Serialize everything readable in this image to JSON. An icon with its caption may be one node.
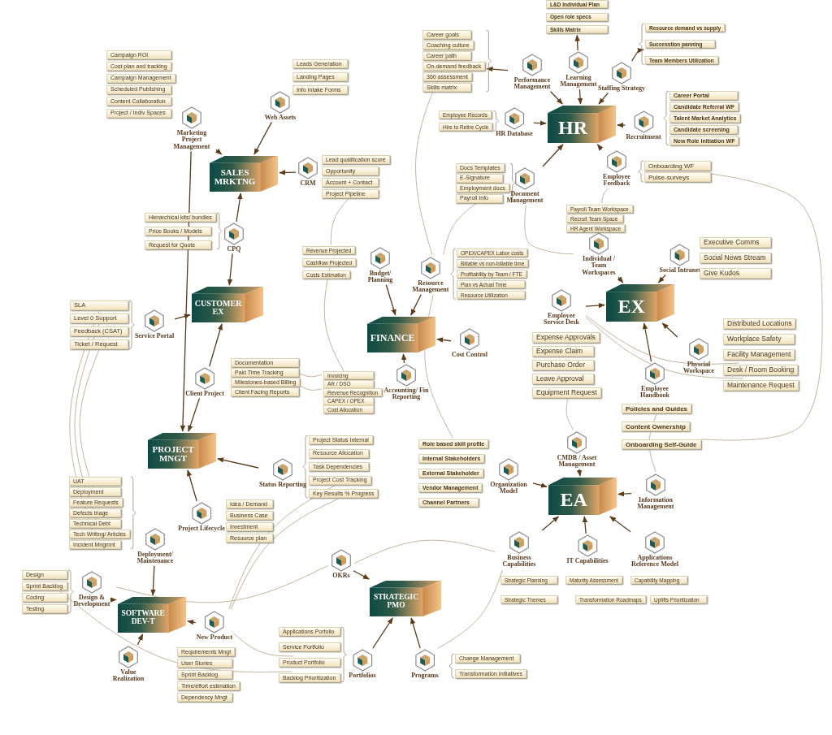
{
  "diagram": {
    "nodes": [
      {
        "text": [
          "SALES MRKTNG"
        ]
      },
      {
        "text": [
          "CUSTOMER EX"
        ]
      },
      {
        "text": [
          "PROJECT MNGT"
        ]
      },
      {
        "text": [
          "SOFTWARE DEV-T"
        ]
      },
      {
        "text": [
          "FINANCE"
        ]
      },
      {
        "text": [
          "HR"
        ]
      },
      {
        "text": [
          "EX"
        ]
      },
      {
        "text": [
          "EA"
        ]
      },
      {
        "text": [
          "STRATEGIC PMO"
        ]
      },
      {
        "text": [
          "Marketing Project Management"
        ]
      },
      {
        "text": [
          "Web Assets"
        ]
      },
      {
        "text": [
          "CRM"
        ]
      },
      {
        "text": [
          "CPQ"
        ]
      },
      {
        "text": [
          "Service Portal"
        ]
      },
      {
        "text": [
          "Client Project"
        ]
      },
      {
        "text": [
          "Status Reporting"
        ]
      },
      {
        "text": [
          "Project Lifecycle"
        ]
      },
      {
        "text": [
          "Deployment/ Maintenance"
        ]
      },
      {
        "text": [
          "Design & Development"
        ]
      },
      {
        "text": [
          "New Product"
        ]
      },
      {
        "text": [
          "Value Realization"
        ]
      },
      {
        "text": [
          "OKRs"
        ]
      },
      {
        "text": [
          "Portfolios"
        ]
      },
      {
        "text": [
          "Programs"
        ]
      },
      {
        "text": [
          "Budget/ Planning"
        ]
      },
      {
        "text": [
          "Resource Management"
        ]
      },
      {
        "text": [
          "Cost Control"
        ]
      },
      {
        "text": [
          "Accounting/ Fin Reporting"
        ]
      },
      {
        "text": [
          "Performance Management"
        ]
      },
      {
        "text": [
          "Learning Management"
        ]
      },
      {
        "text": [
          "Staffing Strategy"
        ]
      },
      {
        "text": [
          "HR Database"
        ]
      },
      {
        "text": [
          "Recruitment"
        ]
      },
      {
        "text": [
          "Document Management"
        ]
      },
      {
        "text": [
          "Employee Feedback"
        ]
      },
      {
        "text": [
          "Individual / Team Workspaces"
        ]
      },
      {
        "text": [
          "Employee Service Desk"
        ]
      },
      {
        "text": [
          "Social Intranet"
        ]
      },
      {
        "text": [
          "Physcial Workspace"
        ]
      },
      {
        "text": [
          "Employee Handbook"
        ]
      },
      {
        "text": [
          "CMDB / Asset Management"
        ]
      },
      {
        "text": [
          "Organization Model"
        ]
      },
      {
        "text": [
          "Information Management"
        ]
      },
      {
        "text": [
          "Business Capabilities"
        ]
      },
      {
        "text": [
          "IT Capabilities"
        ]
      },
      {
        "text": [
          "Applications Reference Model"
        ]
      },
      {
        "text": [
          "Campaign ROI"
        ]
      },
      {
        "text": [
          "Cost plan and tracking"
        ]
      },
      {
        "text": [
          "Campaign Management"
        ]
      },
      {
        "text": [
          "Scheduled Publishing"
        ]
      },
      {
        "text": [
          "Content Collaboration"
        ]
      },
      {
        "text": [
          "Project / Indiv Spaces"
        ]
      },
      {
        "text": [
          "Leads Generation"
        ]
      },
      {
        "text": [
          "Landing Pages"
        ]
      },
      {
        "text": [
          "Info Intake Forms"
        ]
      },
      {
        "text": [
          "Lead qualification score"
        ]
      },
      {
        "text": [
          "Opportunity"
        ]
      },
      {
        "text": [
          "Account + Contact"
        ]
      },
      {
        "text": [
          "Project Pipeline"
        ]
      },
      {
        "text": [
          "Hierarchical kits/ bundles"
        ]
      },
      {
        "text": [
          "Price Books / Models"
        ]
      },
      {
        "text": [
          "Request for Quote"
        ]
      },
      {
        "text": [
          "SLA"
        ]
      },
      {
        "text": [
          "Level 0 Support"
        ]
      },
      {
        "text": [
          "Feedback (CSAT)"
        ]
      },
      {
        "text": [
          "Ticket / Request"
        ]
      },
      {
        "text": [
          "Documentation"
        ]
      },
      {
        "text": [
          "Paid Time Tracking"
        ]
      },
      {
        "text": [
          "Milestones-based Billing"
        ]
      },
      {
        "text": [
          "Client Facing Reports"
        ]
      },
      {
        "text": [
          "Revenue Projected"
        ]
      },
      {
        "text": [
          "Cashflow Projected"
        ]
      },
      {
        "text": [
          "Costs Estimation"
        ]
      },
      {
        "text": [
          "Invoicing"
        ]
      },
      {
        "text": [
          "AR / DSO"
        ]
      },
      {
        "text": [
          "Revenue Recognition"
        ]
      },
      {
        "text": [
          "CAPEX / OPEX"
        ]
      },
      {
        "text": [
          "Cost Allocation"
        ]
      },
      {
        "text": [
          "Project Status Internal"
        ]
      },
      {
        "text": [
          "Resource Allocation"
        ]
      },
      {
        "text": [
          "Task Dependencies"
        ]
      },
      {
        "text": [
          "Project Cost Tracking"
        ]
      },
      {
        "text": [
          "Key Results % Progress"
        ]
      },
      {
        "text": [
          "Idea / Demand"
        ]
      },
      {
        "text": [
          "Business Case"
        ]
      },
      {
        "text": [
          "Investment"
        ]
      },
      {
        "text": [
          "Resource plan"
        ]
      },
      {
        "text": [
          "UAT"
        ]
      },
      {
        "text": [
          "Deployment"
        ]
      },
      {
        "text": [
          "Feature Requests"
        ]
      },
      {
        "text": [
          "Defects triage"
        ]
      },
      {
        "text": [
          "Technical Debt"
        ]
      },
      {
        "text": [
          "Tech Writing/ Articles"
        ]
      },
      {
        "text": [
          "Incident Mngmnt"
        ]
      },
      {
        "text": [
          "Design"
        ]
      },
      {
        "text": [
          "Sprint Backlog"
        ]
      },
      {
        "text": [
          "Coding"
        ]
      },
      {
        "text": [
          "Testing"
        ]
      },
      {
        "text": [
          "Requirements Mngt"
        ]
      },
      {
        "text": [
          "User Stories"
        ]
      },
      {
        "text": [
          "Sprint Backlog"
        ]
      },
      {
        "text": [
          "Time/effort estimation"
        ]
      },
      {
        "text": [
          "Dependency Mngt"
        ]
      },
      {
        "text": [
          "Applications Porfolio"
        ]
      },
      {
        "text": [
          "Service Portfolio"
        ]
      },
      {
        "text": [
          "Product Portfolio"
        ]
      },
      {
        "text": [
          "Backlog Prioritization"
        ]
      },
      {
        "text": [
          "Change Management"
        ]
      },
      {
        "text": [
          "Transformation Initiatives"
        ]
      },
      {
        "text": [
          "Strategic Planning"
        ]
      },
      {
        "text": [
          "Maturity Assessment"
        ]
      },
      {
        "text": [
          "Capability Mapping"
        ]
      },
      {
        "text": [
          "Strategic Themes"
        ]
      },
      {
        "text": [
          "Transformation Roadmaps"
        ]
      },
      {
        "text": [
          "Uplifts Prioritization"
        ]
      },
      {
        "text": [
          "Role based skill profile"
        ]
      },
      {
        "text": [
          "Internal Stakeholders"
        ]
      },
      {
        "text": [
          "External Stakeholder"
        ]
      },
      {
        "text": [
          "Vendor Management"
        ]
      },
      {
        "text": [
          "Channel Partners"
        ]
      },
      {
        "text": [
          "Expense Approvals"
        ]
      },
      {
        "text": [
          "Expense Claim"
        ]
      },
      {
        "text": [
          "Purchase Order"
        ]
      },
      {
        "text": [
          "Leave Approval"
        ]
      },
      {
        "text": [
          "Equipment Request"
        ]
      },
      {
        "text": [
          "OPEX/CAPEX Labor costs"
        ]
      },
      {
        "text": [
          "Billable vs non-billable time"
        ]
      },
      {
        "text": [
          "Profitability by Team / FTE"
        ]
      },
      {
        "text": [
          "Plan vs Actual Time"
        ]
      },
      {
        "text": [
          "Resource Utilization"
        ]
      },
      {
        "text": [
          "Payroll Team Workspace"
        ]
      },
      {
        "text": [
          "Recruit Team Space"
        ]
      },
      {
        "text": [
          "HR Agent Workspace"
        ]
      },
      {
        "text": [
          "Executive Comms"
        ]
      },
      {
        "text": [
          "Social News Stream"
        ]
      },
      {
        "text": [
          "Give Kudos"
        ]
      },
      {
        "text": [
          "Distributed Locations"
        ]
      },
      {
        "text": [
          "Workplace Safety"
        ]
      },
      {
        "text": [
          "Facility Management"
        ]
      },
      {
        "text": [
          "Desk / Room Booking"
        ]
      },
      {
        "text": [
          "Maintenance Request"
        ]
      },
      {
        "text": [
          "Policies and Guides"
        ]
      },
      {
        "text": [
          "Content Ownership"
        ]
      },
      {
        "text": [
          "Onboarding Self-Guide"
        ]
      },
      {
        "text": [
          "Docs Templates"
        ]
      },
      {
        "text": [
          "E-Signature"
        ]
      },
      {
        "text": [
          "Employment docs"
        ]
      },
      {
        "text": [
          "Payroll Info"
        ]
      },
      {
        "text": [
          "Onboarding WF"
        ]
      },
      {
        "text": [
          "Pulse-surveys"
        ]
      },
      {
        "text": [
          "Employee Records"
        ]
      },
      {
        "text": [
          "Hire to Retire Cycle"
        ]
      },
      {
        "text": [
          "Career goals"
        ]
      },
      {
        "text": [
          "Coaching culture"
        ]
      },
      {
        "text": [
          "Career path"
        ]
      },
      {
        "text": [
          "On-demand feedback"
        ]
      },
      {
        "text": [
          "360 assessment"
        ]
      },
      {
        "text": [
          "Skills matrix"
        ]
      },
      {
        "text": [
          "L&D Individual Plan"
        ]
      },
      {
        "text": [
          "Open role specs"
        ]
      },
      {
        "text": [
          "Skills Matrix"
        ]
      },
      {
        "text": [
          "Resource demand vs supply"
        ]
      },
      {
        "text": [
          "Successtion panning"
        ]
      },
      {
        "text": [
          "Team Members Utilization"
        ]
      },
      {
        "text": [
          "Career Portal"
        ]
      },
      {
        "text": [
          "Candidate Referral WF"
        ]
      },
      {
        "text": [
          "Talent Market Analytics"
        ]
      },
      {
        "text": [
          "Candidate screening"
        ]
      },
      {
        "text": [
          "New Role Initiation WF"
        ]
      }
    ],
    "edges": [
      {
        "from": 9,
        "to": 0,
        "arrow": "to"
      },
      {
        "from": 10,
        "to": 0,
        "arrow": "to"
      },
      {
        "from": 11,
        "to": 0,
        "arrow": "to"
      },
      {
        "from": 12,
        "to": 0,
        "arrow": "to"
      },
      {
        "from": 12,
        "to": 1,
        "arrow": "to"
      },
      {
        "from": 13,
        "to": 1,
        "arrow": "to"
      },
      {
        "from": 14,
        "to": 1,
        "arrow": "to"
      },
      {
        "from": 14,
        "to": 2,
        "arrow": "to"
      },
      {
        "from": 9,
        "to": 2,
        "arrow": "to"
      },
      {
        "from": 15,
        "to": 2,
        "arrow": "to"
      },
      {
        "from": 16,
        "to": 2,
        "arrow": "to"
      },
      {
        "from": 17,
        "to": 3,
        "arrow": "to"
      },
      {
        "from": 18,
        "to": 3,
        "arrow": "to"
      },
      {
        "from": 19,
        "to": 3,
        "arrow": "to"
      },
      {
        "from": 20,
        "to": 3,
        "arrow": "to"
      },
      {
        "from": 21,
        "to": 8,
        "arrow": "to"
      },
      {
        "from": 22,
        "to": 8,
        "arrow": "to"
      },
      {
        "from": 23,
        "to": 8,
        "arrow": "to"
      },
      {
        "from": 24,
        "to": 4,
        "arrow": "to"
      },
      {
        "from": 25,
        "to": 4,
        "arrow": "to"
      },
      {
        "from": 26,
        "to": 4,
        "arrow": "to"
      },
      {
        "from": 27,
        "to": 4,
        "arrow": "to"
      },
      {
        "from": 28,
        "to": 5,
        "arrow": "to"
      },
      {
        "from": 29,
        "to": 5,
        "arrow": "to"
      },
      {
        "from": 30,
        "to": 5,
        "arrow": "to"
      },
      {
        "from": 31,
        "to": 5,
        "arrow": "to"
      },
      {
        "from": 32,
        "to": 5,
        "arrow": "to"
      },
      {
        "from": 33,
        "to": 5,
        "arrow": "to"
      },
      {
        "from": 34,
        "to": 5,
        "arrow": "to"
      },
      {
        "from": 35,
        "to": 6,
        "arrow": "to"
      },
      {
        "from": 36,
        "to": 6,
        "arrow": "to"
      },
      {
        "from": 37,
        "to": 6,
        "arrow": "to"
      },
      {
        "from": 38,
        "to": 6,
        "arrow": "to"
      },
      {
        "from": 39,
        "to": 6,
        "arrow": "to"
      },
      {
        "from": 40,
        "to": 7,
        "arrow": "to"
      },
      {
        "from": 41,
        "to": 7,
        "arrow": "to"
      },
      {
        "from": 42,
        "to": 7,
        "arrow": "to"
      },
      {
        "from": 43,
        "to": 7,
        "arrow": "to"
      },
      {
        "from": 44,
        "to": 7,
        "arrow": "to"
      },
      {
        "from": 45,
        "to": 7,
        "arrow": "to"
      },
      {
        "from": 28,
        "to": 155,
        "arrow": "to"
      },
      {
        "from": 29,
        "to": 160,
        "arrow": "to"
      },
      {
        "from": 30,
        "to": 162,
        "arrow": "to"
      },
      {
        "from": 58,
        "to": 70,
        "arrow": "none",
        "color": "#b3a285"
      },
      {
        "from": 71,
        "to": 74,
        "arrow": "none",
        "color": "#b3a285"
      },
      {
        "from": 67,
        "to": 73,
        "arrow": "none",
        "color": "#b3a285"
      },
      {
        "from": 68,
        "to": 75,
        "arrow": "none",
        "color": "#b3a285"
      },
      {
        "from": 124,
        "to": 40,
        "arrow": "none",
        "color": "#b3a285"
      },
      {
        "from": 36,
        "to": 139,
        "arrow": "none",
        "color": "#b3a285"
      },
      {
        "from": 36,
        "to": 140,
        "arrow": "none",
        "color": "#b3a285"
      },
      {
        "from": 143,
        "to": 148,
        "arrow": "none",
        "color": "#b3a285"
      },
      {
        "from": 141,
        "to": 42,
        "arrow": "none",
        "color": "#b3a285"
      },
      {
        "from": 43,
        "to": 21,
        "arrow": "none",
        "color": "#b3a285"
      },
      {
        "from": 23,
        "to": 43,
        "arrow": "none",
        "color": "#b3a285"
      },
      {
        "from": 82,
        "to": 19,
        "arrow": "none",
        "color": "#b3a285"
      },
      {
        "from": 81,
        "to": 19,
        "arrow": "none",
        "color": "#b3a285"
      },
      {
        "from": 18,
        "to": 21,
        "arrow": "none",
        "color": "#b3a285"
      },
      {
        "from": 95,
        "to": 106,
        "arrow": "none",
        "color": "#b3a285"
      },
      {
        "from": 19,
        "to": 105,
        "arrow": "none",
        "color": "#b3a285"
      },
      {
        "from": 62,
        "to": 93,
        "arrow": "none",
        "color": "#b3a285"
      },
      {
        "from": 63,
        "to": 92,
        "arrow": "none",
        "color": "#b3a285"
      },
      {
        "from": 65,
        "to": 89,
        "arrow": "none",
        "color": "#b3a285"
      },
      {
        "from": 154,
        "to": 25,
        "arrow": "none",
        "color": "#b3a285"
      },
      {
        "from": 147,
        "to": 25,
        "arrow": "none",
        "color": "#b3a285"
      },
      {
        "from": 25,
        "to": 115,
        "arrow": "none",
        "color": "#b3a285"
      },
      {
        "from": 33,
        "to": 35,
        "arrow": "none",
        "color": "#b3a285"
      },
      {
        "from": 34,
        "to": 130,
        "arrow": "none",
        "color": "#b3a285"
      }
    ]
  }
}
